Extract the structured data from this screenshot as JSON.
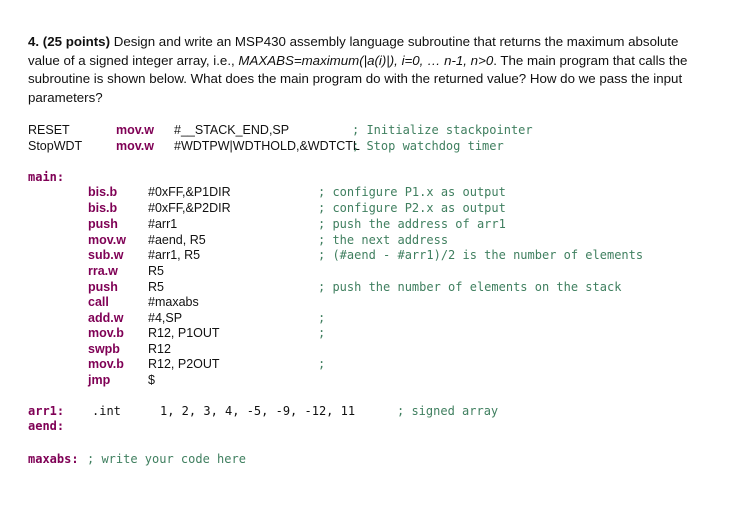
{
  "question": {
    "number": "4. (25 points)",
    "text1": " Design and write an MSP430 assembly language subroutine that returns the maximum absolute value of a signed integer array, i.e., ",
    "formula": "MAXABS=maximum(|a(i)|), i=0, … n-1, n>0",
    "text2": ". The main program that calls the subroutine is shown below. What does the main program do with the returned value? How do we pass the input parameters?"
  },
  "code": {
    "header": [
      {
        "label": "RESET",
        "mnemonic": "mov.w",
        "operand": "#__STACK_END,SP",
        "comment": "; Initialize stackpointer"
      },
      {
        "label": "StopWDT",
        "mnemonic": "mov.w",
        "operand": "#WDTPW|WDTHOLD,&WDTCTL",
        "comment": "; Stop watchdog timer"
      }
    ],
    "main_label": "main:",
    "main": [
      {
        "mnemonic": "bis.b",
        "operand": "#0xFF,&P1DIR",
        "comment": "; configure P1.x as output"
      },
      {
        "mnemonic": "bis.b",
        "operand": "#0xFF,&P2DIR",
        "comment": "; configure P2.x as output"
      },
      {
        "mnemonic": "push",
        "operand": "#arr1",
        "comment": "; push the address of arr1"
      },
      {
        "mnemonic": "mov.w",
        "operand": "#aend, R5",
        "comment": "; the next address"
      },
      {
        "mnemonic": "sub.w",
        "operand": "#arr1, R5",
        "comment": "; (#aend - #arr1)/2 is the number of elements"
      },
      {
        "mnemonic": "rra.w",
        "operand": "R5",
        "comment": ""
      },
      {
        "mnemonic": "push",
        "operand": "R5",
        "comment": "; push the number of elements on the stack"
      },
      {
        "mnemonic": "call",
        "operand": "#maxabs",
        "comment": ""
      },
      {
        "mnemonic": "add.w",
        "operand": "#4,SP",
        "comment": ";"
      },
      {
        "mnemonic": "mov.b",
        "operand": "R12, P1OUT",
        "comment": ";"
      },
      {
        "mnemonic": "swpb",
        "operand": "R12",
        "comment": ""
      },
      {
        "mnemonic": "mov.b",
        "operand": "R12, P2OUT",
        "comment": ";"
      },
      {
        "mnemonic": "jmp",
        "operand": "$",
        "comment": ""
      }
    ],
    "array": {
      "label": "arr1:",
      "directive": ".int",
      "values": "1, 2, 3, 4, -5, -9, -12, 11",
      "comment": "; signed array"
    },
    "aend_label": "aend:",
    "maxabs": {
      "label": "maxabs:",
      "comment": "; write your code here"
    }
  },
  "colors": {
    "keyword": "#7f0055",
    "comment": "#3f7f5f",
    "text": "#111111"
  }
}
